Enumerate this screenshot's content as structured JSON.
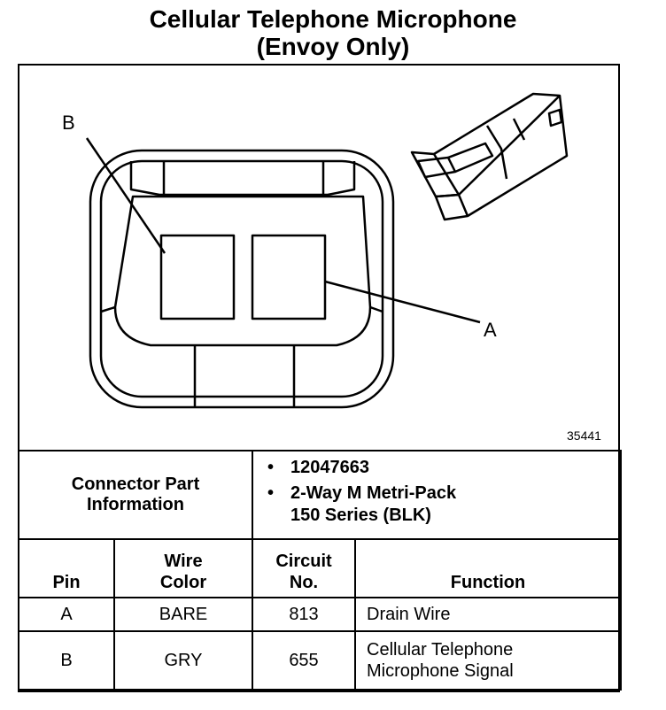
{
  "title_line1": "Cellular Telephone Microphone",
  "title_line2": "(Envoy Only)",
  "figure": {
    "callout_a": "A",
    "callout_b": "B",
    "figure_number": "35441"
  },
  "connector_info": {
    "label_line1": "Connector Part",
    "label_line2": "Information",
    "bullet_char": "•",
    "part_number": "12047663",
    "description_line1": "2-Way M Metri-Pack",
    "description_line2": "150 Series (BLK)"
  },
  "table": {
    "headers": {
      "pin": "Pin",
      "wire_color_1": "Wire",
      "wire_color_2": "Color",
      "circuit_1": "Circuit",
      "circuit_2": "No.",
      "function": "Function"
    },
    "rows": [
      {
        "pin": "A",
        "wire_color": "BARE",
        "circuit": "813",
        "function_1": "Drain Wire",
        "function_2": ""
      },
      {
        "pin": "B",
        "wire_color": "GRY",
        "circuit": "655",
        "function_1": "Cellular Telephone",
        "function_2": "Microphone Signal"
      }
    ]
  }
}
